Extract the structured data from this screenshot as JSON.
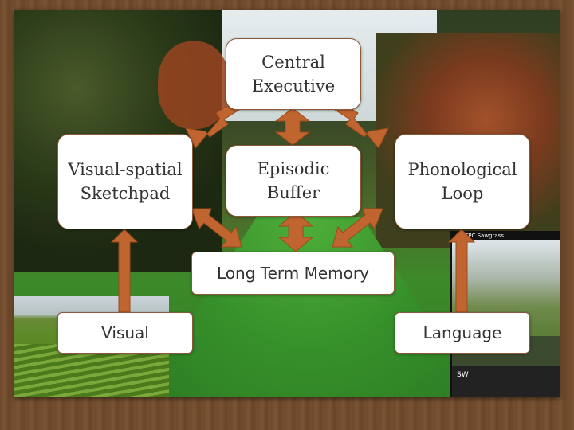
{
  "diagram": {
    "central_executive": "Central\nExecutive",
    "visual_spatial": "Visual-spatial\nSketchpad",
    "episodic_buffer": "Episodic\nBuffer",
    "phonological_loop": "Phonological\nLoop",
    "long_term_memory": "Long Term Memory",
    "visual": "Visual",
    "language": "Language"
  },
  "gps_screen": {
    "course": "TPC Sawgrass",
    "club": "SW"
  },
  "colors": {
    "arrow": "#c0652f",
    "box_border": "#8a5a3a",
    "frame_wood": "#6e4a2c"
  }
}
